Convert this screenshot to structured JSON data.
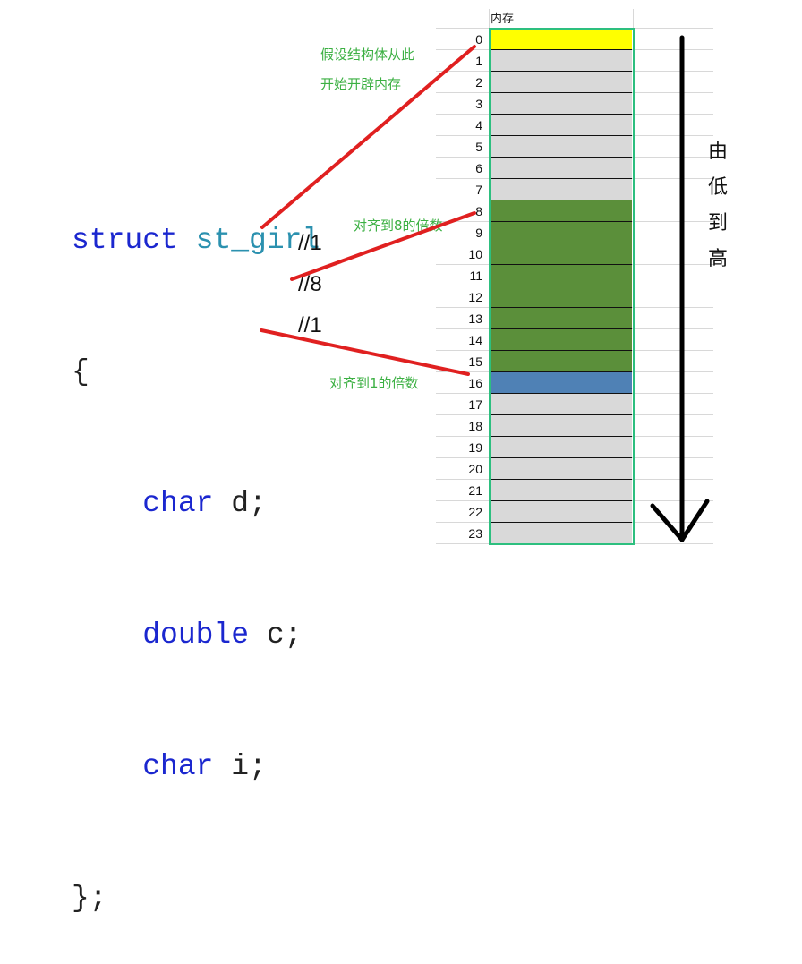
{
  "code": {
    "line1_kw": "struct",
    "line1_name": "st_girl",
    "open": "{",
    "field1_type": "char",
    "field1_name": " d;",
    "field1_comment": "//1",
    "field2_type": "double",
    "field2_name": " c;",
    "field2_comment": "//8",
    "field3_type": "char",
    "field3_name": " i;",
    "field3_comment": "//1",
    "close": "};"
  },
  "memory": {
    "header": "内存",
    "rows": [
      {
        "index": "0",
        "fill": "#ffff00"
      },
      {
        "index": "1",
        "fill": "#d9d9d9"
      },
      {
        "index": "2",
        "fill": "#d9d9d9"
      },
      {
        "index": "3",
        "fill": "#d9d9d9"
      },
      {
        "index": "4",
        "fill": "#d9d9d9"
      },
      {
        "index": "5",
        "fill": "#d9d9d9"
      },
      {
        "index": "6",
        "fill": "#d9d9d9"
      },
      {
        "index": "7",
        "fill": "#d9d9d9"
      },
      {
        "index": "8",
        "fill": "#5b8f3a"
      },
      {
        "index": "9",
        "fill": "#5b8f3a"
      },
      {
        "index": "10",
        "fill": "#5b8f3a"
      },
      {
        "index": "11",
        "fill": "#5b8f3a"
      },
      {
        "index": "12",
        "fill": "#5b8f3a"
      },
      {
        "index": "13",
        "fill": "#5b8f3a"
      },
      {
        "index": "14",
        "fill": "#5b8f3a"
      },
      {
        "index": "15",
        "fill": "#5b8f3a"
      },
      {
        "index": "16",
        "fill": "#4f81b5"
      },
      {
        "index": "17",
        "fill": "#d9d9d9"
      },
      {
        "index": "18",
        "fill": "#d9d9d9"
      },
      {
        "index": "19",
        "fill": "#d9d9d9"
      },
      {
        "index": "20",
        "fill": "#d9d9d9"
      },
      {
        "index": "21",
        "fill": "#d9d9d9"
      },
      {
        "index": "22",
        "fill": "#d9d9d9"
      },
      {
        "index": "23",
        "fill": "#d9d9d9"
      }
    ],
    "border_color": "#2dbf7f"
  },
  "annotations": {
    "start_line1": "假设结构体从此",
    "start_line2": "开始开辟内存",
    "align8": "对齐到8的倍数",
    "align1": "对齐到1的倍数"
  },
  "direction": {
    "chars": [
      "由",
      "低",
      "到",
      "高"
    ]
  },
  "colors": {
    "arrow_line": "#e02020",
    "green_text": "#3cb043"
  }
}
